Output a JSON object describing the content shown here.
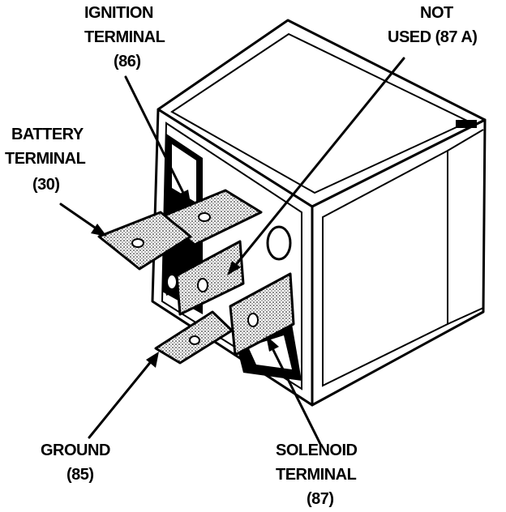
{
  "labels": {
    "ignition": [
      "IGNITION",
      "TERMINAL",
      "(86)"
    ],
    "not_used": [
      "NOT",
      "USED (87 A)"
    ],
    "battery": [
      "BATTERY",
      "TERMINAL",
      "(30)"
    ],
    "ground": [
      "GROUND",
      "(85)"
    ],
    "solenoid": [
      "SOLENOID",
      "TERMINAL",
      "(87)"
    ]
  }
}
